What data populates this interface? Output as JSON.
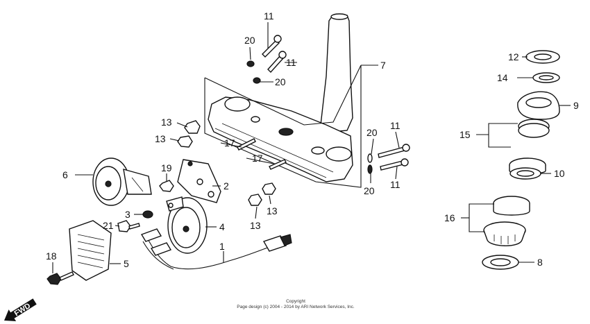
{
  "callouts": {
    "c1": "1",
    "c2": "2",
    "c3": "3",
    "c4": "4",
    "c5": "5",
    "c6": "6",
    "c7": "7",
    "c8": "8",
    "c9": "9",
    "c10": "10",
    "c11a": "11",
    "c11b": "11",
    "c11c": "11",
    "c11d": "11",
    "c12": "12",
    "c13a": "13",
    "c13b": "13",
    "c13c": "13",
    "c13d": "13",
    "c14": "14",
    "c15": "15",
    "c16": "16",
    "c17a": "17",
    "c17b": "17",
    "c18": "18",
    "c19": "19",
    "c20a": "20",
    "c20b": "20",
    "c20c": "20",
    "c20d": "20",
    "c21": "21"
  },
  "copyright": {
    "line1": "Copyright",
    "line2": "Page design (c) 2004 - 2014 by ARI Network Services, Inc."
  },
  "fwd_label": "FWD",
  "colors": {
    "ink": "#111111",
    "background": "#ffffff"
  }
}
